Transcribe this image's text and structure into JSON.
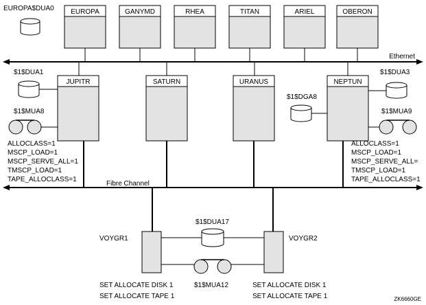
{
  "top_disk_label": "EUROPA$DUA0",
  "top_nodes": [
    "EUROPA",
    "GANYMD",
    "RHEA",
    "TITAN",
    "ARIEL",
    "OBERON"
  ],
  "ethernet_label": "Ethernet",
  "mid_nodes": [
    "JUPITR",
    "SATURN",
    "URANUS",
    "NEPTUN"
  ],
  "left_devices": {
    "disk": "$1$DUA1",
    "tape": "$1$MUA8"
  },
  "right_devices": {
    "disk1": "$1$DUA3",
    "disk2": "$1$DGA8",
    "tape": "$1$MUA9"
  },
  "left_params": [
    "ALLOCLASS=1",
    "MSCP_LOAD=1",
    "MSCP_SERVE_ALL=1",
    "TMSCP_LOAD=1",
    "TAPE_ALLOCLASS=1"
  ],
  "right_params": [
    "ALLOCLASS=1",
    "MSCP_LOAD=1",
    "MSCP_SERVE_ALL=",
    "TMSCP_LOAD=1",
    "TAPE_ALLOCLASS=1"
  ],
  "fibre_label": "Fibre Channel",
  "bottom_nodes": [
    "VOYGR1",
    "VOYGR2"
  ],
  "bottom_devices": {
    "disk": "$1$DUA17",
    "tape": "$1$MUA12"
  },
  "left_cmds": [
    "SET ALLOCATE DISK 1",
    "SET ALLOCATE TAPE 1"
  ],
  "right_cmds": [
    "SET ALLOCATE DISK 1",
    "SET ALLOCATE TAPE 1"
  ],
  "figure_id": "ZK6660GE"
}
